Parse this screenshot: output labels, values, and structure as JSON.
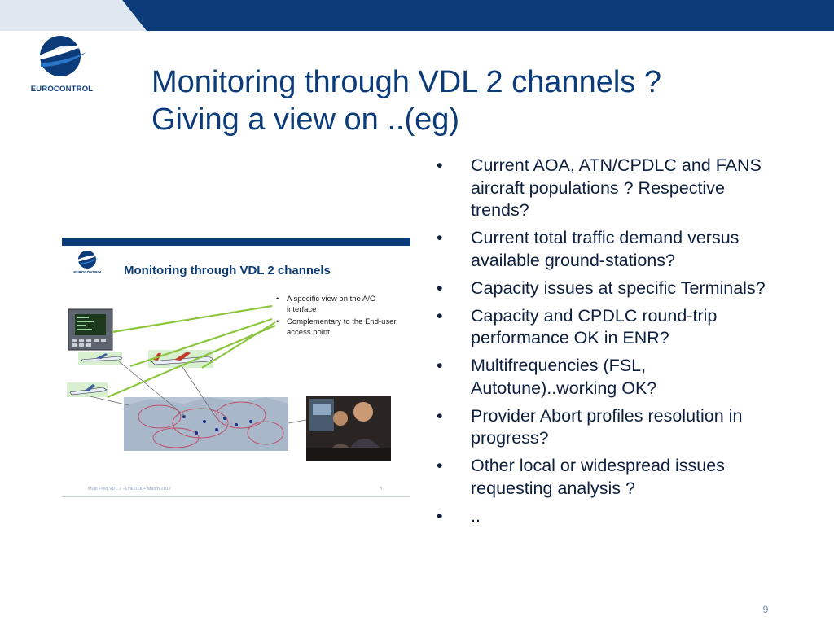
{
  "logo": {
    "icon": "eurocontrol-logo",
    "text": "EUROCONTROL"
  },
  "title": {
    "line1": "Monitoring through VDL 2 channels ?",
    "line2": "Giving a view on ..(eg)"
  },
  "bullets": [
    "Current AOA, ATN/CPDLC and FANS aircraft populations ? Respective trends?",
    "Current total traffic demand versus available ground-stations?",
    "Capacity issues at specific Terminals?",
    "Capacity and CPDLC round-trip performance OK in ENR?",
    "Multifrequencies (FSL, Autotune)..working OK?",
    "Provider Abort profiles resolution in progress?",
    "Other local or widespread issues requesting analysis ?",
    ".."
  ],
  "bullet_glyph": "•",
  "embedded_slide": {
    "logo_text": "EUROCONTROL",
    "title": "Monitoring through VDL 2 channels",
    "bullets": [
      "A specific view on the A/G interface",
      "Complementary to the End-user access point"
    ],
    "footer": "Multi Freq VDL 2 –Link2000+ March 2012",
    "page_number": "8"
  },
  "page_number": "9",
  "colors": {
    "brand_blue": "#0b3b78",
    "arrow_green": "#8cc63f"
  }
}
